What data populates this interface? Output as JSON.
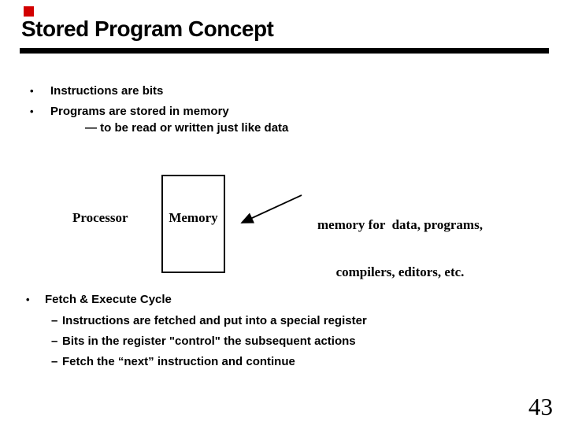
{
  "slide": {
    "title": "Stored Program Concept",
    "accent_color": "#d20000",
    "page_number": "43",
    "top_bullets": {
      "b1": {
        "marker": "•",
        "text": "Instructions are bits"
      },
      "b2": {
        "marker": "•",
        "text": "Programs are stored in memory"
      },
      "subline": "— to be read or written just like data"
    },
    "diagram": {
      "processor_label": "Processor",
      "memory_label": "Memory",
      "annotation": {
        "line1": "memory for  data, programs,",
        "line2": "compilers, editors, etc."
      }
    },
    "bottom_bullets": {
      "heading": {
        "marker": "•",
        "text": "Fetch & Execute Cycle"
      },
      "items": [
        {
          "marker": "–",
          "text": "Instructions are fetched and put into a special register"
        },
        {
          "marker": "–",
          "text": "Bits in the register \"control\" the subsequent actions"
        },
        {
          "marker": "–",
          "text": "Fetch the “next” instruction and continue"
        }
      ]
    }
  }
}
